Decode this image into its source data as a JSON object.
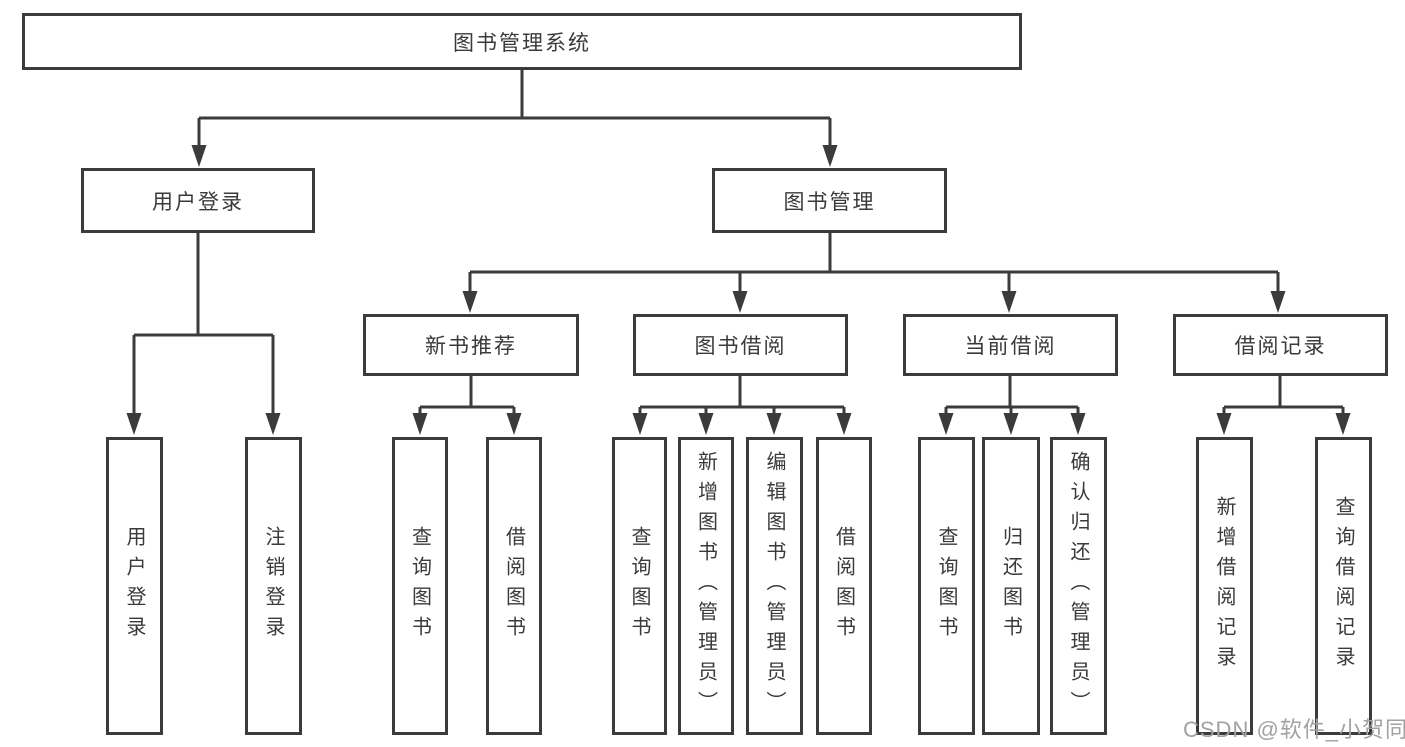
{
  "tree": {
    "root": "图书管理系统",
    "user_login": {
      "label": "用户登录",
      "children": [
        "用户登录",
        "注销登录"
      ]
    },
    "book_mgmt": {
      "label": "图书管理",
      "groups": [
        {
          "label": "新书推荐",
          "children": [
            "查询图书",
            "借阅图书"
          ]
        },
        {
          "label": "图书借阅",
          "children": [
            "查询图书",
            "新增图书（管理员）",
            "编辑图书（管理员）",
            "借阅图书"
          ]
        },
        {
          "label": "当前借阅",
          "children": [
            "查询图书",
            "归还图书",
            "确认归还（管理员）"
          ]
        },
        {
          "label": "借阅记录",
          "children": [
            "新增借阅记录",
            "查询借阅记录"
          ]
        }
      ]
    }
  },
  "watermark": "CSDN @软件_小贺同学",
  "colors": {
    "line": "#3b3b3b",
    "text": "#3a3a3a",
    "box_background": "#ffffff",
    "watermark": "#a2a2a2"
  }
}
